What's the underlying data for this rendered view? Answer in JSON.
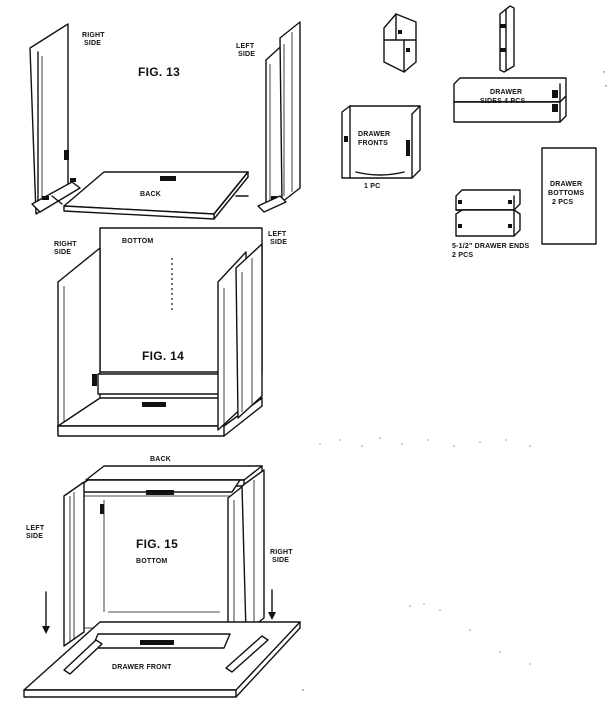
{
  "figures": {
    "fig13": {
      "title": "FIG. 13",
      "right_side": [
        "RIGHT",
        "SIDE"
      ],
      "left_side": [
        "LEFT",
        "SIDE"
      ],
      "back": "BACK"
    },
    "fig14": {
      "title": "FIG. 14",
      "right_side": [
        "RIGHT",
        "SIDE"
      ],
      "left_side": [
        "LEFT",
        "SIDE"
      ],
      "bottom": "BOTTOM"
    },
    "fig15": {
      "title": "FIG. 15",
      "left_side": [
        "LEFT",
        "SIDE"
      ],
      "right_side": [
        "RIGHT",
        "SIDE"
      ],
      "back": "BACK",
      "bottom": "BOTTOM",
      "drawer_front": "DRAWER FRONT"
    }
  },
  "parts": {
    "drawer_fronts": [
      "DRAWER",
      "FRONTS"
    ],
    "drawer_fronts_qty": "1 PC",
    "drawer_sides": [
      "DRAWER",
      "SIDES 4 PCS"
    ],
    "drawer_ends": [
      "5-1/2\" DRAWER ENDS",
      "2 PCS"
    ],
    "drawer_bottoms": [
      "DRAWER",
      "BOTTOMS",
      "2 PCS"
    ]
  }
}
